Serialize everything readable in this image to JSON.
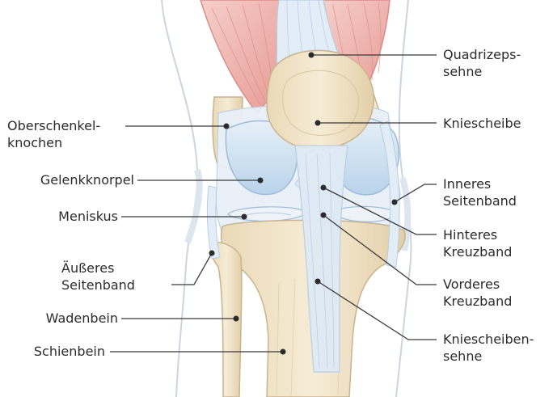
{
  "diagram": {
    "labels": {
      "quadriceps": [
        "Quadrizeps-",
        "sehne"
      ],
      "kniescheibe": [
        "Kniescheibe"
      ],
      "oberschenkel": [
        "Oberschenkel-",
        "knochen"
      ],
      "gelenkknorpel": [
        "Gelenkknorpel"
      ],
      "inneres_seitenband": [
        "Inneres",
        "Seitenband"
      ],
      "meniskus": [
        "Meniskus"
      ],
      "hinteres_kreuzband": [
        "Hinteres",
        "Kreuzband"
      ],
      "aeusseres_seitenband": [
        "Äußeres",
        "Seitenband"
      ],
      "vorderes_kreuzband": [
        "Vorderes",
        "Kreuzband"
      ],
      "wadenbein": [
        "Wadenbein"
      ],
      "kniescheibensehne": [
        "Kniescheiben-",
        "sehne"
      ],
      "schienbein": [
        "Schienbein"
      ]
    }
  },
  "colors": {
    "bone": "#efe3c9",
    "bone_outline": "#c8b48e",
    "cartilage": "#cfe2f1",
    "muscle": "#f1b9b4",
    "tendon": "#dfeaf5",
    "skin_outline": "#c9d6e2",
    "leader": "#3a3a3a"
  }
}
